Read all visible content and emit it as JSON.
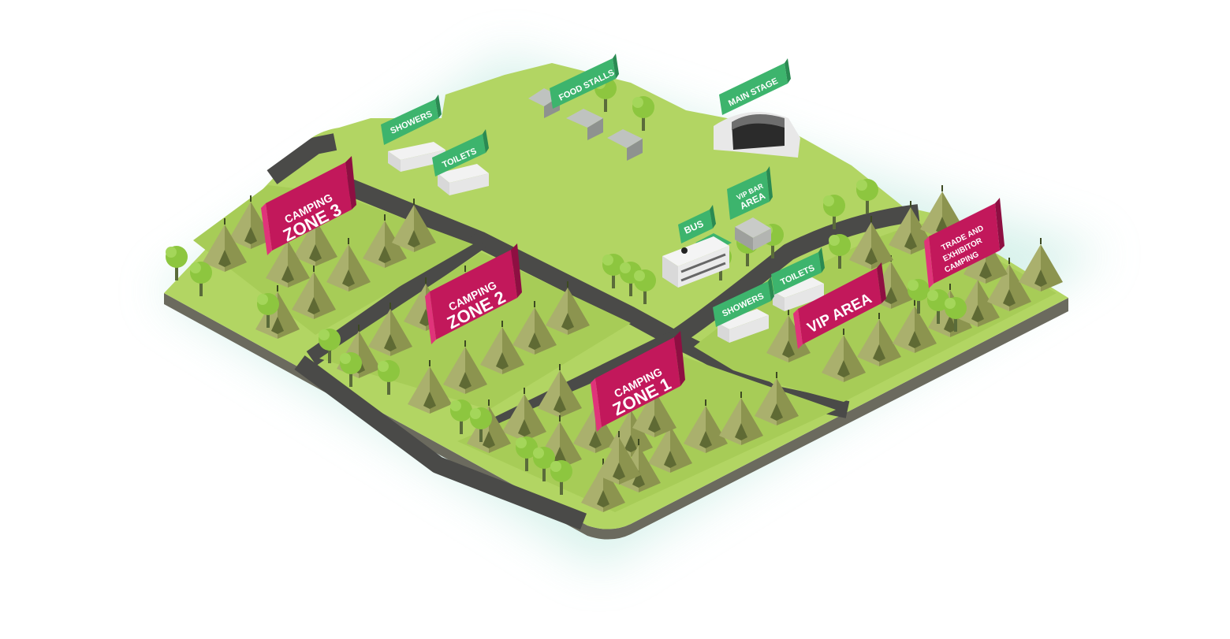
{
  "map": {
    "colors": {
      "grass": "#b2d563",
      "grass_dark": "#8fb24a",
      "road": "#4a4a48",
      "base_edge": "#6b6a5e",
      "tent": "#a9ac6b",
      "tent_shade": "#7e8449",
      "tree": "#8dc63f",
      "tree_trunk": "#5a6b3a",
      "facility_sign": "#3db46d",
      "zone_sign": "#c2185b",
      "glow": "#cdeee6"
    },
    "zone_signs": {
      "camping_zone_3": {
        "line1": "CAMPING",
        "line2": "ZONE 3"
      },
      "camping_zone_2": {
        "line1": "CAMPING",
        "line2": "ZONE 2"
      },
      "camping_zone_1": {
        "line1": "CAMPING",
        "line2": "ZONE 1"
      },
      "vip_area": {
        "line1": "VIP AREA"
      },
      "trade_camping": {
        "line1": "TRADE AND",
        "line2": "EXHIBITOR",
        "line3": "CAMPING"
      }
    },
    "facility_signs": {
      "showers_north": "SHOWERS",
      "toilets_north": "TOILETS",
      "food_stalls": "FOOD STALLS",
      "main_stage": "MAIN STAGE",
      "bus": "BUS",
      "vip_bar": {
        "line1": "VIP BAR",
        "line2": "AREA"
      },
      "showers_vip": "SHOWERS",
      "toilets_vip": "TOILETS"
    }
  }
}
